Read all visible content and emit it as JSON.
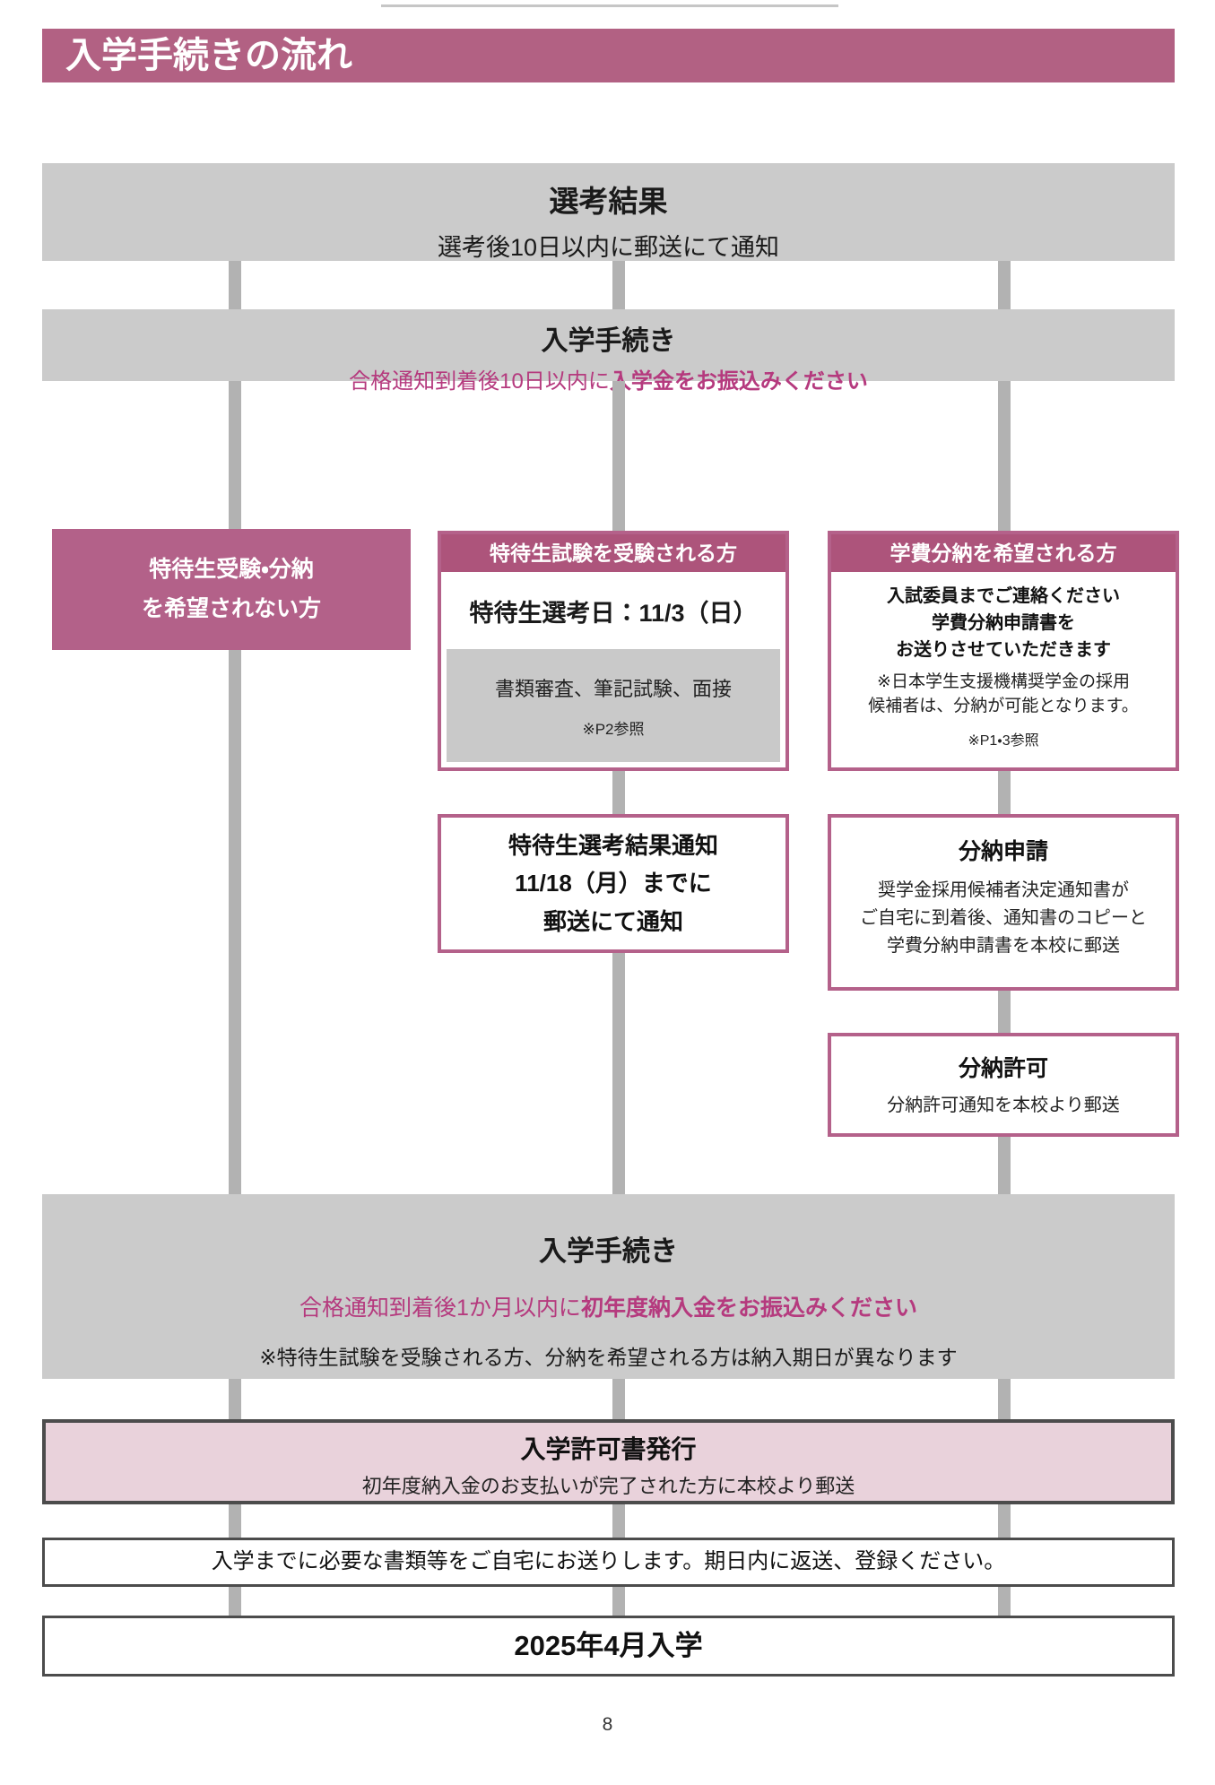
{
  "title_bar": {
    "text": "入学手続きの流れ"
  },
  "selection_result": {
    "title": "選考結果",
    "body": "選考後10日以内に郵送にて通知"
  },
  "procedure1": {
    "title": "入学手続き",
    "notice_prefix": "合格通知到着後10日以内に",
    "notice_bold": "入学金をお振込みください"
  },
  "no_scholarship_box": {
    "line1": "特待生受験・分納",
    "line2": "を希望されない方"
  },
  "scholarship_column": {
    "header": "特待生試験を受験される方",
    "exam_date": "特待生選考日：11/3（日）",
    "exam_content": "書類審査、筆記試験、面接",
    "exam_ref": "※P2参照",
    "result_box": {
      "line1": "特待生選考結果通知",
      "line2": "11/18（月）までに",
      "line3": "郵送にて通知"
    }
  },
  "installment_column": {
    "header": "学費分納を希望される方",
    "contact": {
      "line1": "入試委員までご連絡ください",
      "line2": "学費分納申請書を",
      "line3": "お送りさせていただきます"
    },
    "note": {
      "line1": "※日本学生支援機構奨学金の採用",
      "line2": "候補者は、分納が可能となります。"
    },
    "ref": "※P1・3参照",
    "application_box": {
      "title": "分納申請",
      "line1": "奨学金採用候補者決定通知書が",
      "line2": "ご自宅に到着後、通知書のコピーと",
      "line3": "学費分納申請書を本校に郵送"
    },
    "permission_box": {
      "title": "分納許可",
      "body": "分納許可通知を本校より郵送"
    }
  },
  "procedure2": {
    "title": "入学手続き",
    "notice_prefix": "合格通知到着後1か月以内に",
    "notice_bold": "初年度納入金をお振込みください",
    "note": "※特待生試験を受験される方、分納を希望される方は納入期日が異なります"
  },
  "permit_issue": {
    "title": "入学許可書発行",
    "body": "初年度納入金のお支払いが完了された方に本校より郵送"
  },
  "documents": {
    "body": "入学までに必要な書類等をご自宅にお送りします。期日内に返送、登録ください。"
  },
  "enrollment": {
    "title": "2025年4月入学"
  },
  "page": {
    "number": "8"
  },
  "colors": {
    "pink_bar": "#b26183",
    "pink_header": "#ad547b",
    "pink_box": "#b36189",
    "pink_border": "#b4618a",
    "pink_text": "#b53a7e",
    "gray_box": "#cbcbcb",
    "connector": "#b2b2b2",
    "dark_border": "#4c4c4c",
    "permit_bg": "#e9d2db"
  }
}
